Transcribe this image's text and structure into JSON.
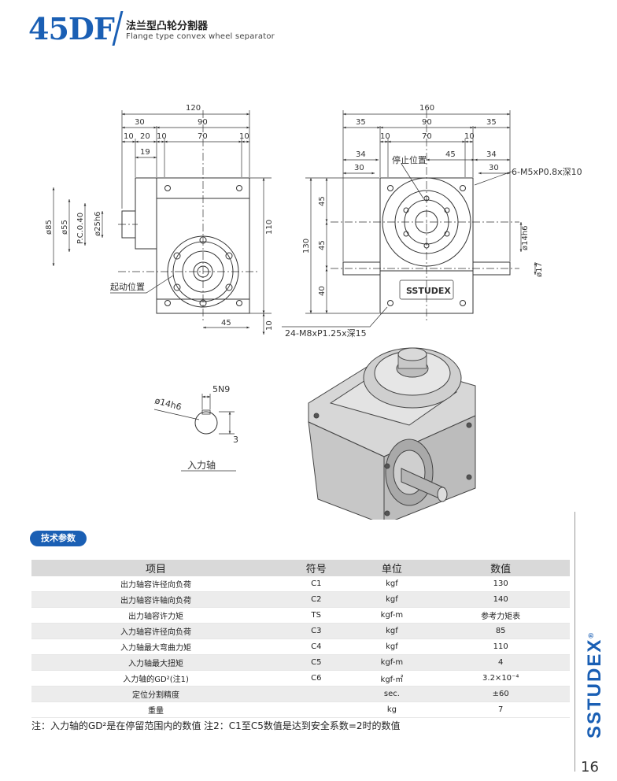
{
  "header": {
    "model": "45DF",
    "title_cn": "法兰型凸轮分割器",
    "title_en": "Flange type convex wheel separator"
  },
  "drawing": {
    "left_view_dims": {
      "d120": "120",
      "d30": "30",
      "d90": "90",
      "d10a": "10",
      "d20": "20",
      "d10b": "10",
      "d70": "70",
      "d10c": "10",
      "d19": "19",
      "d45": "45",
      "d10d": "10",
      "d110": "110",
      "phi85": "ø85",
      "phi55": "ø55",
      "pc040": "P.C.0.40",
      "phi25h6": "ø25h6",
      "start_pos": "起动位置"
    },
    "right_view_dims": {
      "d160": "160",
      "d35a": "35",
      "d90": "90",
      "d35b": "35",
      "d10a": "10",
      "d70": "70",
      "d10b": "10",
      "d34a": "34",
      "d45": "45",
      "d34b": "34",
      "d30a": "30",
      "d30b": "30",
      "stop_pos": "停止位置",
      "holes6": "6-M5xP0.8x深10",
      "v45a": "45",
      "v45b": "45",
      "v40": "40",
      "v130": "130",
      "phi14h6": "ø14h6",
      "phi17": "ø17",
      "holes24": "24-M8xP1.25x深15",
      "brand_cast": "SSTUDEX"
    },
    "shaft_detail": {
      "phi14h6": "ø14h6",
      "key": "5N9",
      "depth": "3",
      "caption": "入力轴"
    }
  },
  "spec": {
    "section_title": "技术参数",
    "headers": [
      "项目",
      "符号",
      "单位",
      "数值"
    ],
    "rows": [
      [
        "出力轴容许径向负荷",
        "C1",
        "kgf",
        "130"
      ],
      [
        "出力轴容许轴向负荷",
        "C2",
        "kgf",
        "140"
      ],
      [
        "出力轴容许力矩",
        "TS",
        "kgf-m",
        "参考力矩表"
      ],
      [
        "入力轴容许径向负荷",
        "C3",
        "kgf",
        "85"
      ],
      [
        "入力轴最大弯曲力矩",
        "C4",
        "kgf",
        "110"
      ],
      [
        "入力轴最大扭矩",
        "C5",
        "kgf-m",
        "4"
      ],
      [
        "入力轴的GD²(注1)",
        "C6",
        "kgf-㎡",
        "3.2×10⁻⁴"
      ],
      [
        "定位分割精度",
        "",
        "sec.",
        "±60"
      ],
      [
        "重量",
        "",
        "kg",
        "7"
      ]
    ]
  },
  "note": "注：入力轴的GD²是在停留范围内的数值   注2：C1至C5数值是达到安全系数=2时的数值",
  "brand": "SSTUDEX",
  "brand_mark": "®",
  "page_number": "16",
  "colors": {
    "accent": "#1a5fb4",
    "header_row": "#d9d9d9",
    "alt_row": "#ececec"
  }
}
